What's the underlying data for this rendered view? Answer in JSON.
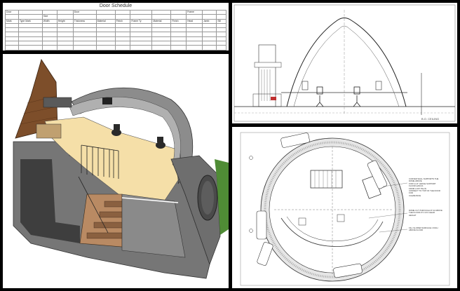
{
  "schedule": {
    "title": "Door Schedule",
    "group_row": [
      "Door",
      "",
      "",
      "",
      "Door",
      "",
      "",
      "",
      "",
      "",
      "Frame",
      "",
      ""
    ],
    "size_row": [
      "",
      "",
      "Size",
      "",
      "",
      "",
      "",
      "",
      "",
      "",
      "",
      "",
      ""
    ],
    "headers": [
      "Mark",
      "Type Mark",
      "Width",
      "Height",
      "Thickness",
      "Material",
      "Finish",
      "Frame Ty",
      "Material",
      "Finish",
      "Head",
      "Jamb",
      "Sill"
    ],
    "row_count": 9
  },
  "section": {
    "level_label": "B.O. CEILING"
  },
  "plan": {
    "notes": [
      "CURVED WALL SUPPORTS THE DOME ABOVE",
      "FOR 3-1/4\" LEDGE SUPPORT FLOOR HANGS",
      "FROM LOFT TIE-IN",
      "CONNECT TO TOP OF THE DOOR FOR",
      "CLEARANCE",
      "DOME CUT-THROUGH AT 42 ABOVE",
      "THE FLOOR AT 3 3/4 CLEAR HEIGHT",
      "FILL SLOPED SURFACE 4 INCH ABOVE FLOOR"
    ]
  },
  "colors": {
    "desk": "#f5dfa8",
    "wood": "#7d4e2a",
    "wall": "#8c8c8c",
    "dark": "#3e3e3e",
    "grass": "#4f8c35",
    "stair": "#b98a63"
  }
}
